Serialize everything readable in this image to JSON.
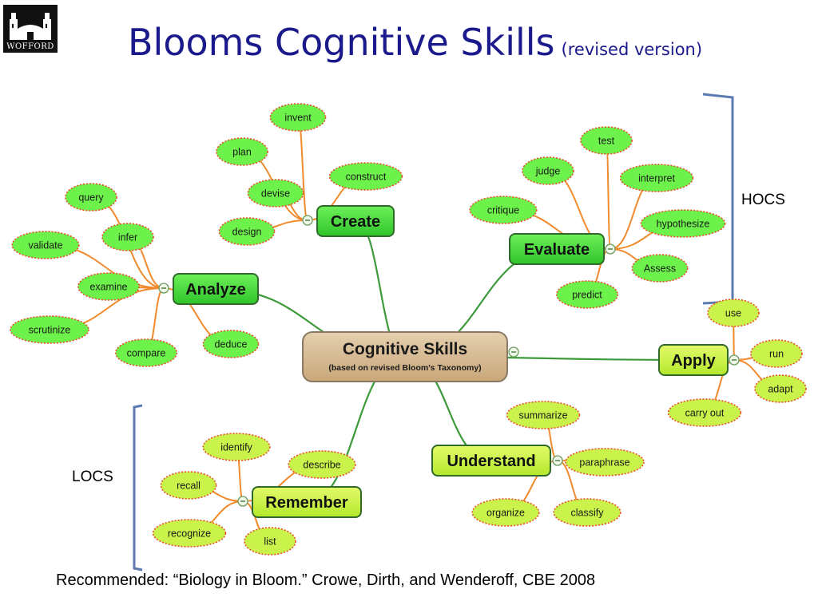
{
  "header": {
    "logo_text": "WOFFORD",
    "title": "Blooms Cognitive Skills",
    "subtitle": "(revised version)"
  },
  "labels": {
    "hocs": "HOCS",
    "locs": "LOCS"
  },
  "footer": {
    "citation": "Recommended: “Biology in Bloom.” Crowe, Dirth, and Wenderoff, CBE 2008"
  },
  "map": {
    "center": {
      "title": "Cognitive Skills",
      "subtitle": "(based on revised Bloom's Taxonomy)"
    },
    "categories": [
      {
        "id": "create",
        "label": "Create",
        "level": "higher",
        "leaves": [
          "invent",
          "plan",
          "construct",
          "devise",
          "design"
        ]
      },
      {
        "id": "analyze",
        "label": "Analyze",
        "level": "higher",
        "leaves": [
          "query",
          "infer",
          "validate",
          "examine",
          "scrutinize",
          "compare",
          "deduce"
        ]
      },
      {
        "id": "evaluate",
        "label": "Evaluate",
        "level": "higher",
        "leaves": [
          "test",
          "judge",
          "interpret",
          "critique",
          "hypothesize",
          "Assess",
          "predict"
        ]
      },
      {
        "id": "apply",
        "label": "Apply",
        "level": "lower",
        "leaves": [
          "use",
          "run",
          "adapt",
          "carry out"
        ]
      },
      {
        "id": "understand",
        "label": "Understand",
        "level": "lower",
        "leaves": [
          "summarize",
          "paraphrase",
          "organize",
          "classify"
        ]
      },
      {
        "id": "remember",
        "label": "Remember",
        "level": "lower",
        "leaves": [
          "identify",
          "describe",
          "recall",
          "recognize",
          "list"
        ]
      }
    ]
  }
}
